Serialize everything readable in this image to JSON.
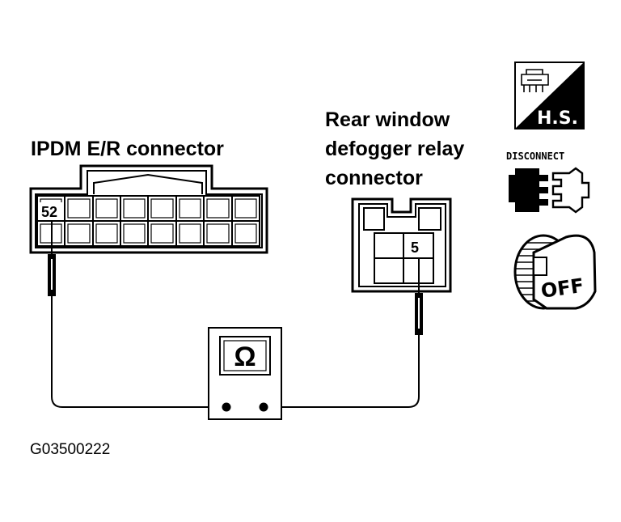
{
  "labels": {
    "ipdm": "IPDM E/R connector",
    "relay_line1": "Rear window",
    "relay_line2": "defogger relay",
    "relay_line3": "connector",
    "pin_ipdm": "52",
    "pin_relay": "5",
    "meter_symbol": "Ω",
    "figure_id": "G03500222"
  },
  "icons": {
    "hs": {
      "name": "harness-side-icon",
      "text": "H.S."
    },
    "disconnect": {
      "name": "disconnect-icon",
      "text": "DISCONNECT"
    },
    "ignition_off": {
      "name": "ignition-off-icon",
      "text": "OFF"
    }
  }
}
